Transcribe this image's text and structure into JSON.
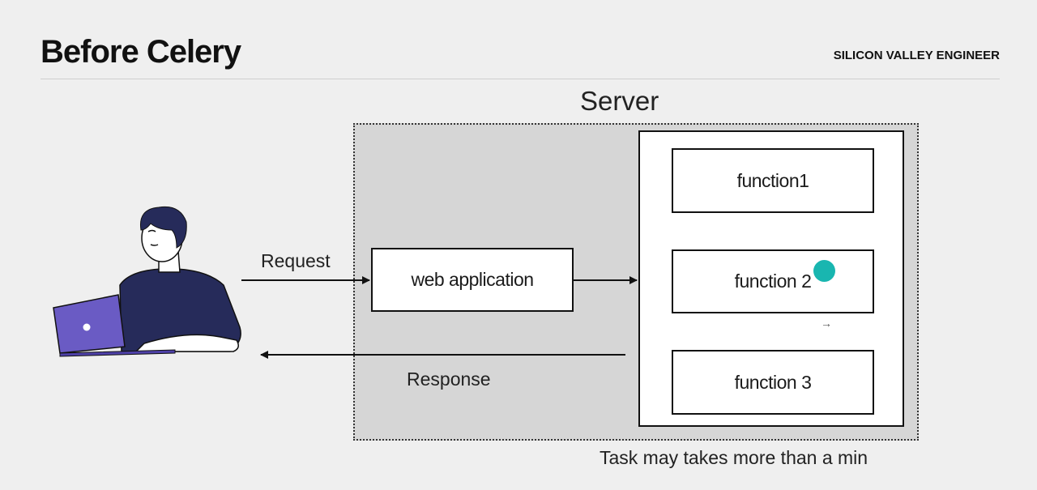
{
  "header": {
    "title": "Before Celery",
    "brand": "SILICON VALLEY ENGINEER"
  },
  "diagram": {
    "server_label": "Server",
    "web_app_label": "web application",
    "functions": [
      "function1",
      "function 2",
      "function 3"
    ],
    "request_label": "Request",
    "response_label": "Response",
    "note": "Task may takes more than a min"
  },
  "colors": {
    "background": "#efefef",
    "server_fill": "#d6d6d6",
    "user_shirt": "#262b5a",
    "laptop": "#6a5bc4",
    "cursor_dot": "#19b6b0"
  },
  "icons": {
    "user": "person-with-laptop-icon",
    "cursor": "cursor-dot-icon",
    "small_arrow": "small-arrow-icon"
  }
}
